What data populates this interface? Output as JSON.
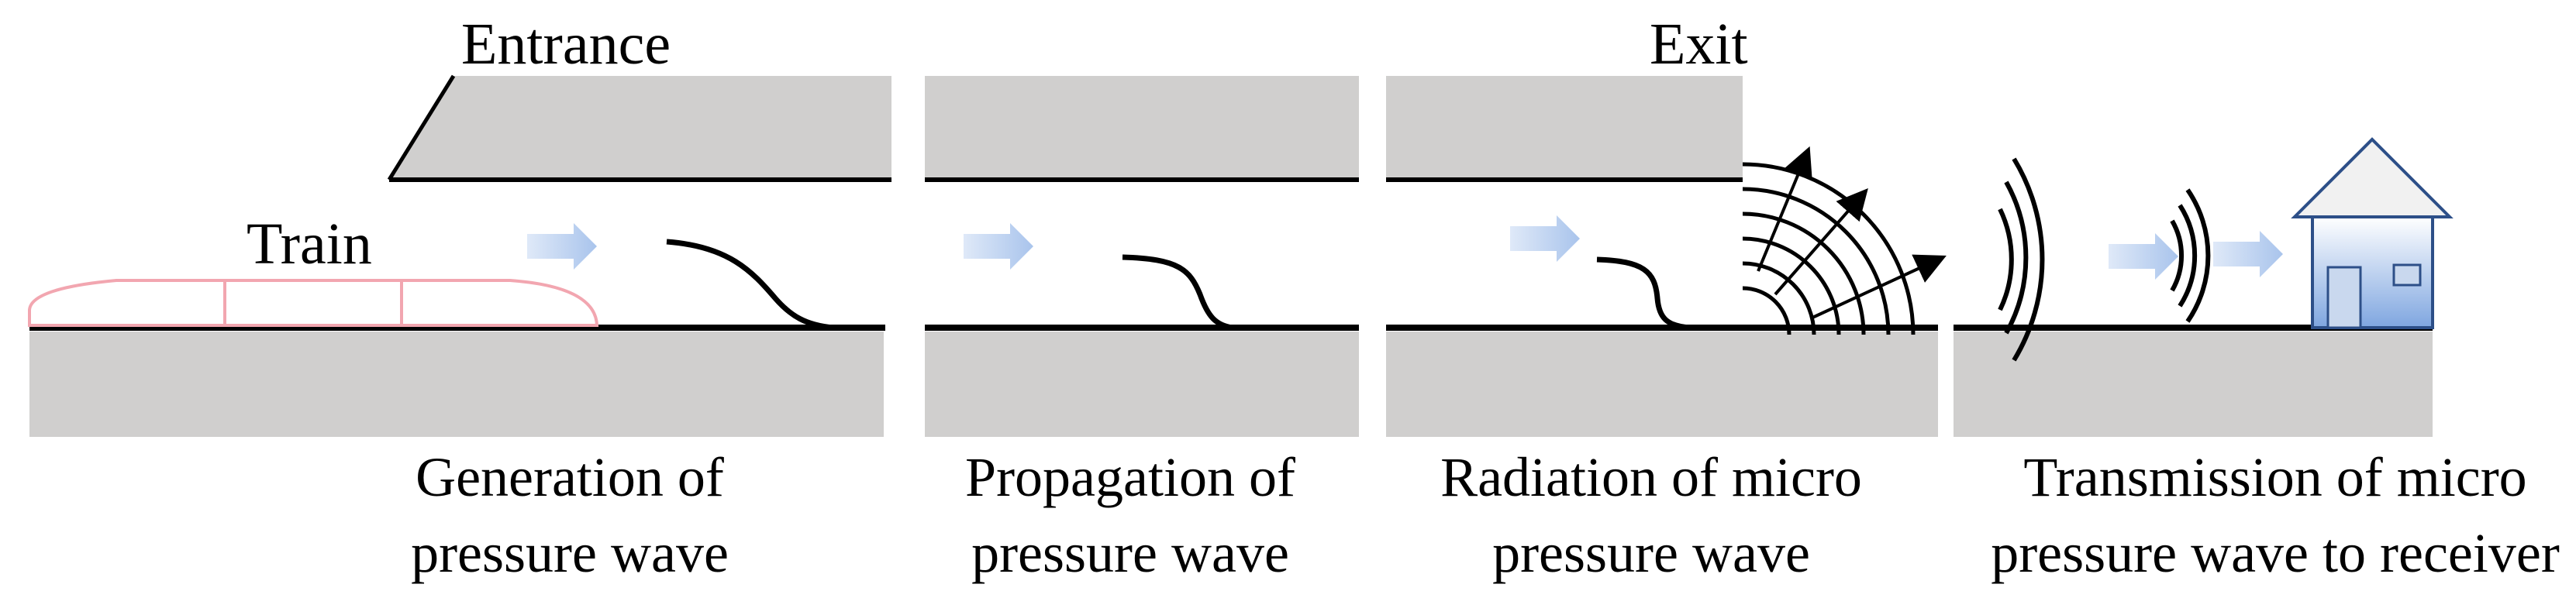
{
  "labels": {
    "entrance": "Entrance",
    "exit": "Exit",
    "train": "Train"
  },
  "stages": [
    {
      "line1": "Generation of",
      "line2": "pressure wave"
    },
    {
      "line1": "Propagation of",
      "line2": "pressure wave"
    },
    {
      "line1": "Radiation of micro",
      "line2": "pressure wave"
    },
    {
      "line1": "Transmission of micro",
      "line2": "pressure wave to receiver"
    }
  ],
  "colors": {
    "ground": "#d0cfce",
    "tunnel": "#d0cfce",
    "line": "#000000",
    "train_outline": "#f2a6b0",
    "arrow": "#a9c4ec",
    "house_roof": "#f1f1f1",
    "house_body_top": "#ffffff",
    "house_body_bottom": "#7fa6e0",
    "house_outline": "#2d4f88"
  },
  "icons": {
    "travel_arrow": "right-block-arrow-icon",
    "house": "house-icon"
  }
}
